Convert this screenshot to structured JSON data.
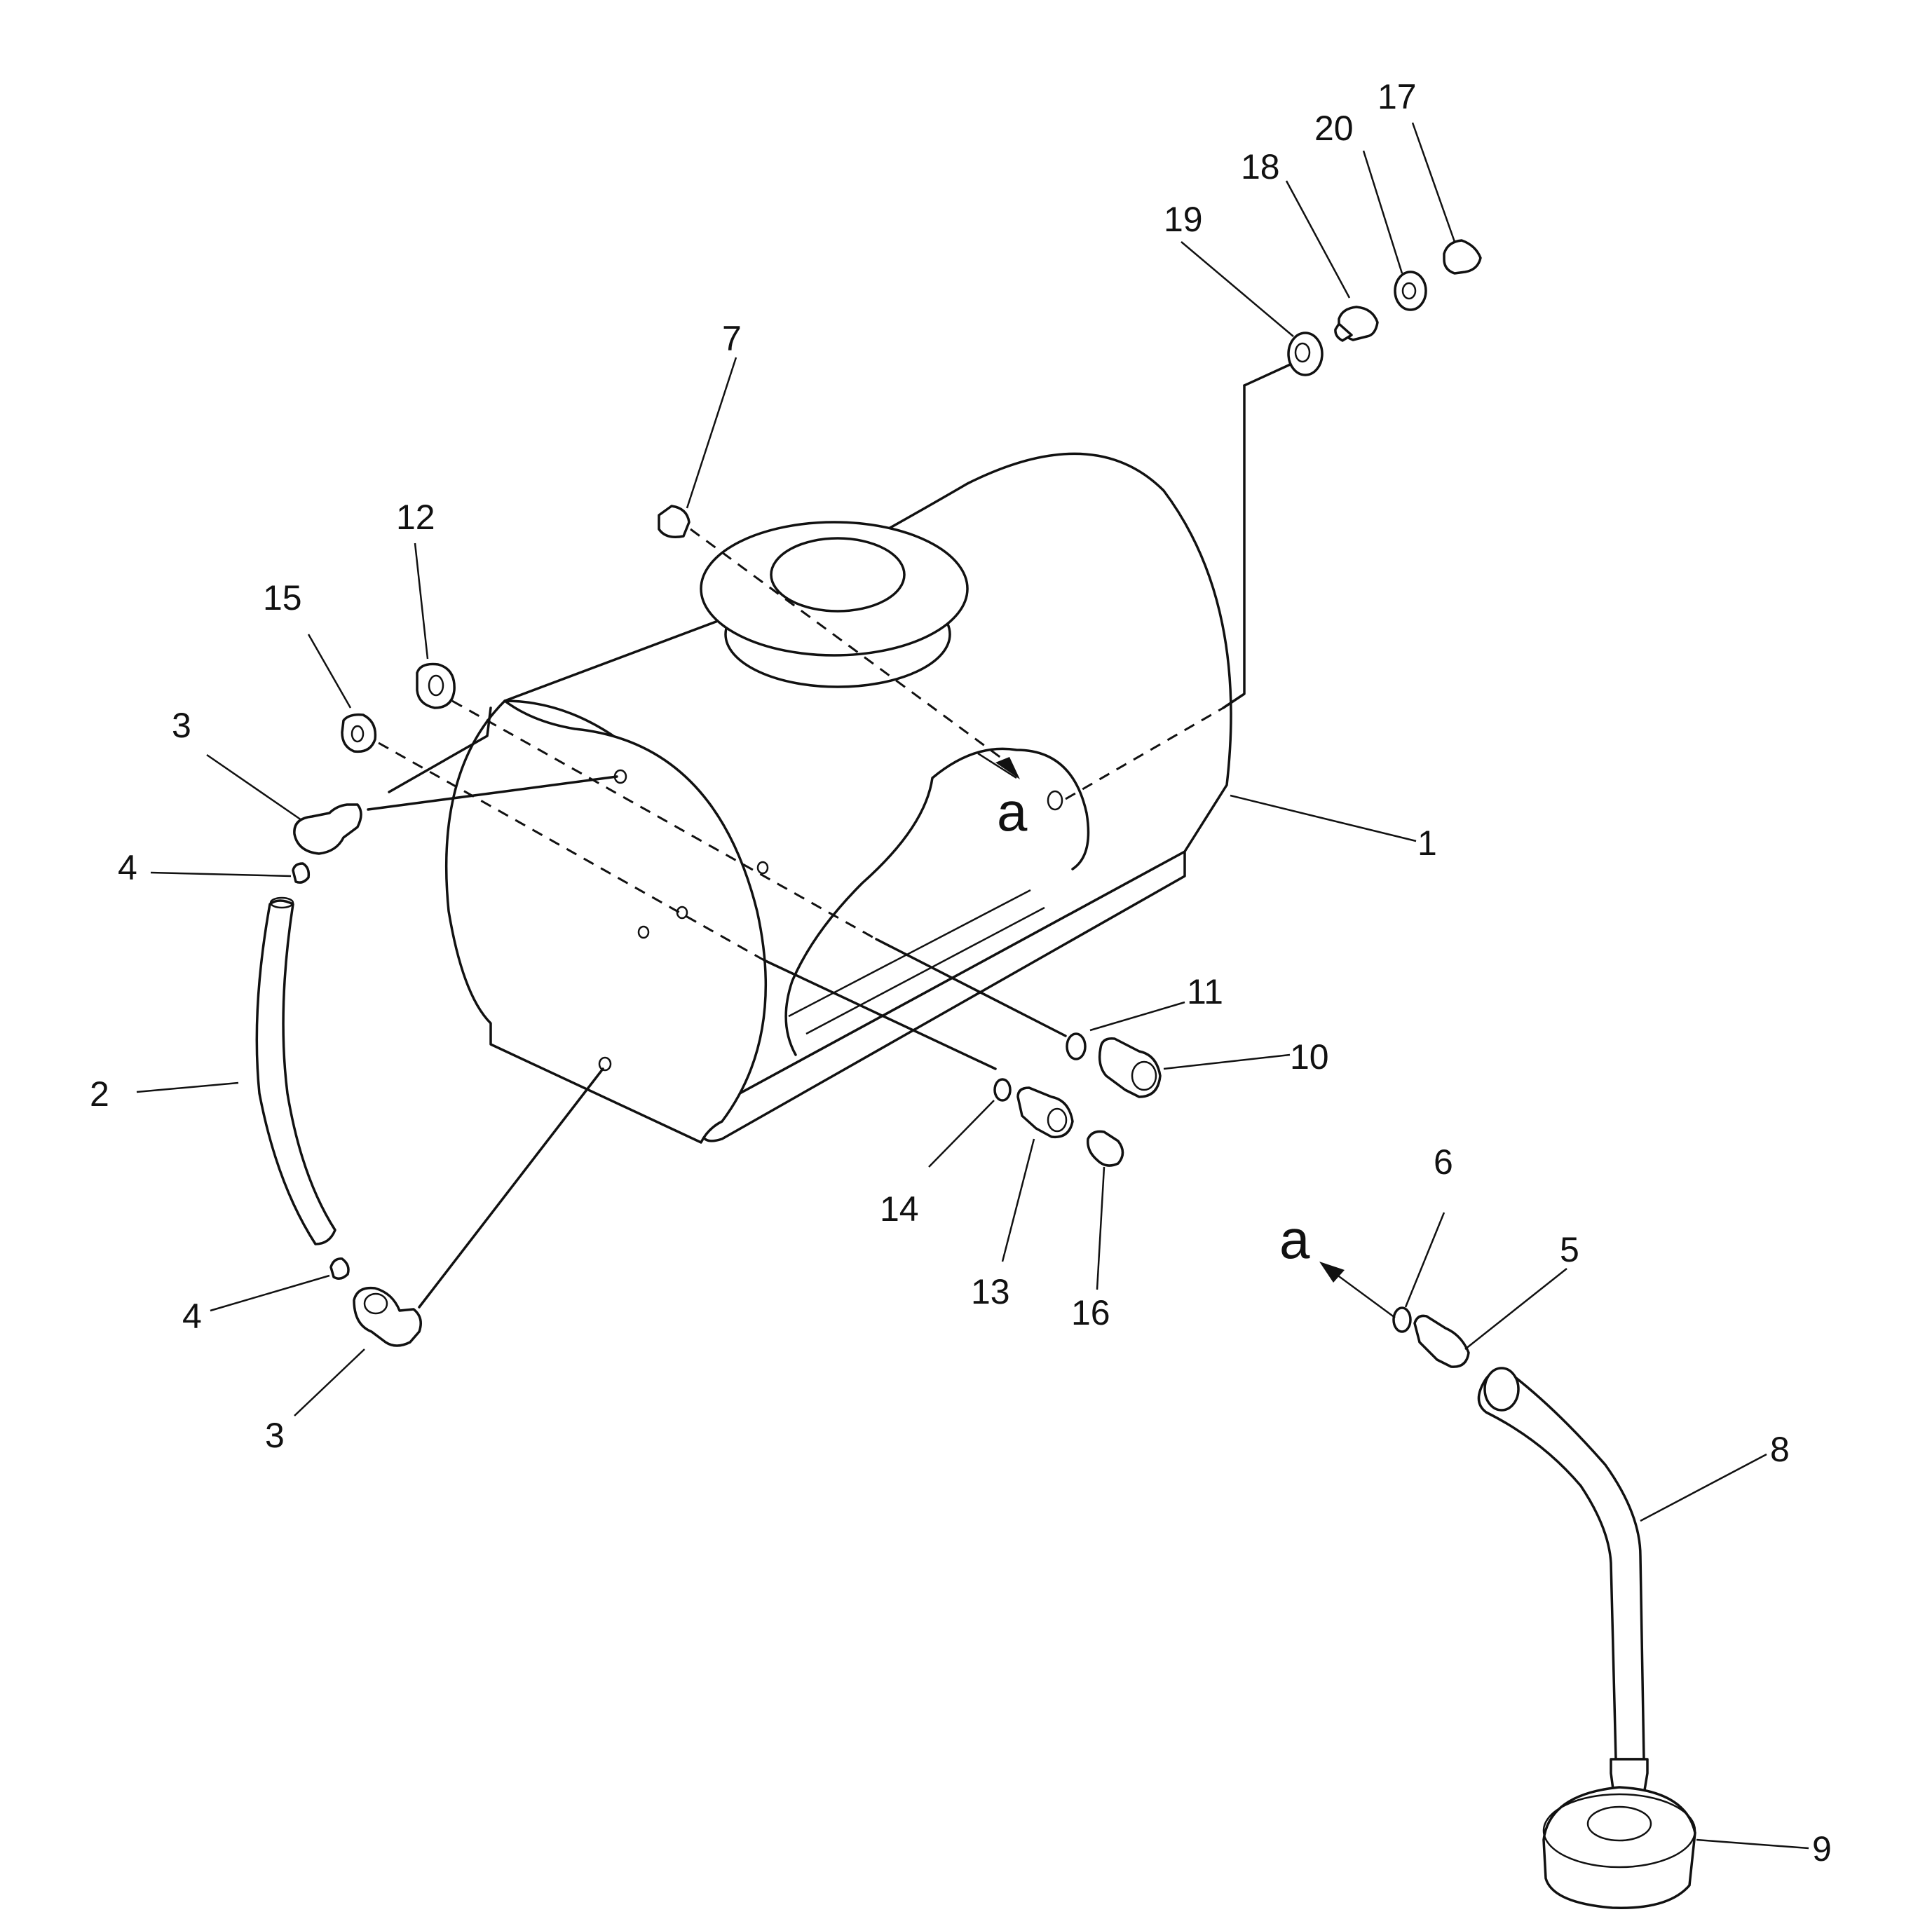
{
  "diagram": {
    "labels": {
      "1": "1",
      "2": "2",
      "3a": "3",
      "3b": "3",
      "4a": "4",
      "4b": "4",
      "5": "5",
      "6": "6",
      "7": "7",
      "8": "8",
      "9": "9",
      "10": "10",
      "11": "11",
      "12": "12",
      "13": "13",
      "14": "14",
      "15": "15",
      "16": "16",
      "17": "17",
      "18": "18",
      "19": "19",
      "20": "20",
      "a_tank": "a",
      "a_hose": "a"
    }
  }
}
